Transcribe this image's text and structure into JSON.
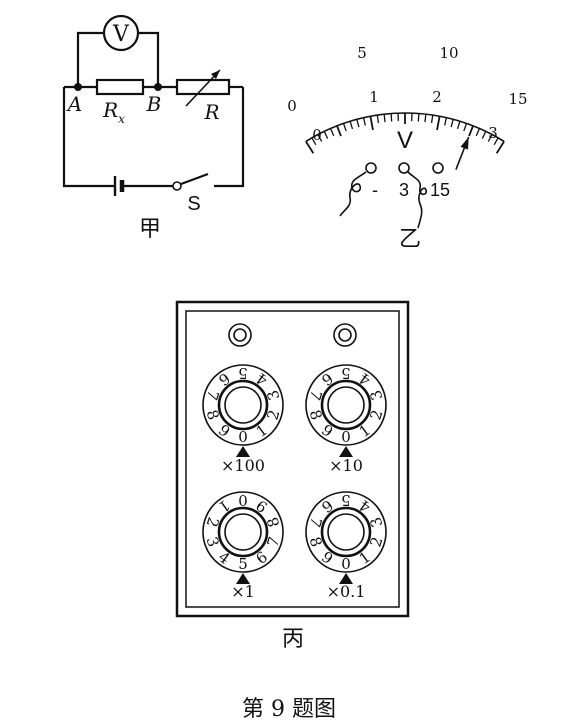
{
  "caption": "第 9 题图",
  "circuit": {
    "panel_label": "甲",
    "meter": "V",
    "node_a": "A",
    "node_b": "B",
    "resistor_main": "R",
    "resistor_sub": "x",
    "rheostat": "R",
    "switch": "S"
  },
  "voltmeter": {
    "panel_label": "乙",
    "symbol": "V",
    "upper_scale": [
      "0",
      "5",
      "10",
      "15"
    ],
    "lower_scale": [
      "0",
      "1",
      "2",
      "3"
    ],
    "needle_reading_lower_scale": 2.5,
    "terminals": [
      "-",
      "3",
      "15"
    ]
  },
  "resistance_box": {
    "panel_label": "丙",
    "dials": [
      {
        "multiplier": "×100",
        "digits": [
          "0",
          "1",
          "2",
          "3",
          "4",
          "5",
          "6",
          "7",
          "8",
          "9"
        ],
        "setting": "0"
      },
      {
        "multiplier": "×10",
        "digits": [
          "0",
          "1",
          "2",
          "3",
          "4",
          "5",
          "6",
          "7",
          "8",
          "9"
        ],
        "setting": "0"
      },
      {
        "multiplier": "×1",
        "digits": [
          "5",
          "6",
          "7",
          "8",
          "9",
          "0",
          "1",
          "2",
          "3",
          "4"
        ],
        "setting": "5"
      },
      {
        "multiplier": "×0.1",
        "digits": [
          "0",
          "1",
          "2",
          "3",
          "4",
          "5",
          "6",
          "7",
          "8",
          "9"
        ],
        "setting": "0"
      }
    ]
  }
}
